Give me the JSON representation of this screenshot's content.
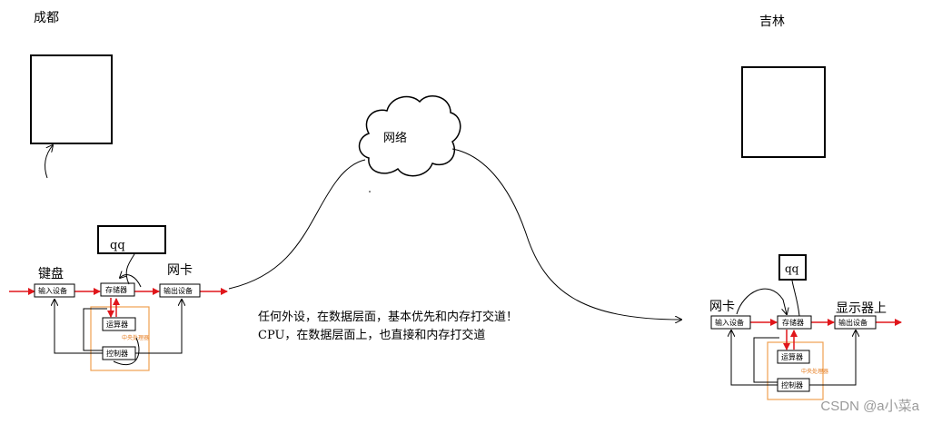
{
  "left": {
    "city": "成都",
    "keyboard": "键盘",
    "nic": "网卡",
    "app": "qq",
    "input_device": "输入设备",
    "memory": "存储器",
    "output_device": "输出设备",
    "alu": "运算器",
    "controller": "控制器",
    "cpu": "中央处理器"
  },
  "cloud": {
    "label": "网络"
  },
  "right": {
    "city": "吉林",
    "nic": "网卡",
    "display": "显示器上",
    "app": "qq",
    "input_device": "输入设备",
    "memory": "存储器",
    "output_device": "输出设备",
    "alu": "运算器",
    "controller": "控制器",
    "cpu": "中央处理器"
  },
  "notes": {
    "line1": "任何外设，在数据层面，基本优先和内存打交道！",
    "line2": "CPU，在数据层面上，也直接和内存打交道"
  },
  "watermark": "CSDN @a小菜a",
  "colors": {
    "arrow": "#e0161b",
    "cpu_box": "#f0a050",
    "ink": "#000000"
  }
}
